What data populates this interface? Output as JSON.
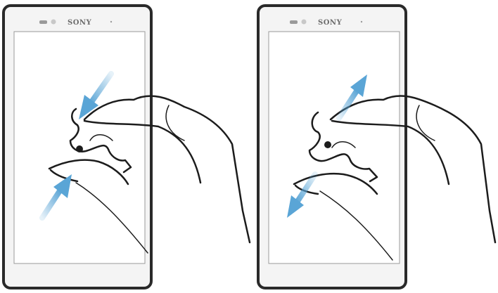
{
  "brand": "SONY",
  "panels": [
    {
      "gesture": "pinch",
      "arrow_direction": "inward"
    },
    {
      "gesture": "spread",
      "arrow_direction": "outward"
    }
  ],
  "colors": {
    "arrow": "#5aa5d6",
    "outline": "#1c1c1c",
    "phone_frame": "#2a2a2a",
    "screen": "#ffffff"
  }
}
